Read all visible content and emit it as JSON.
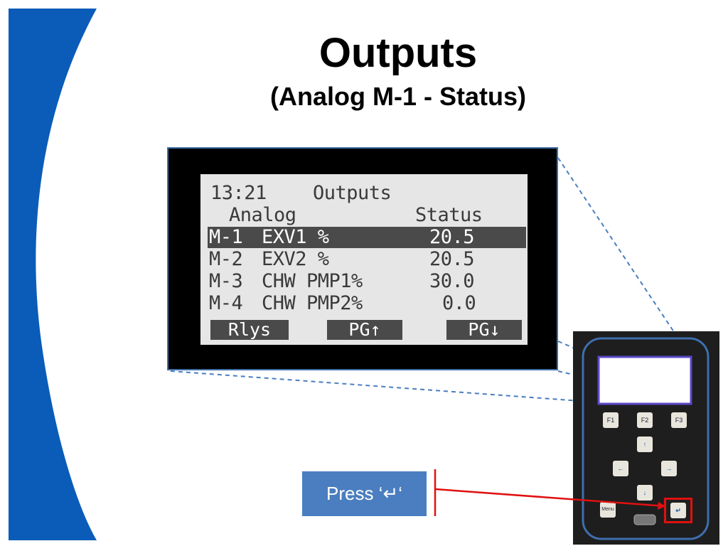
{
  "slide": {
    "title": "Outputs",
    "subtitle": "(Analog M-1 - Status)"
  },
  "lcd": {
    "time": "13:21",
    "screen": "Outputs",
    "col_left": "Analog",
    "col_right": "Status",
    "rows": [
      {
        "id": "M-1",
        "name": "EXV1 %",
        "value": "20.5"
      },
      {
        "id": "M-2",
        "name": "EXV2 %",
        "value": "20.5"
      },
      {
        "id": "M-3",
        "name": "CHW PMP1%",
        "value": "30.0"
      },
      {
        "id": "M-4",
        "name": "CHW PMP2%",
        "value": "0.0"
      }
    ],
    "softkeys": [
      "Rlys",
      "PG↑",
      "PG↓"
    ]
  },
  "press_label": "Press ‘↵‘",
  "keypad": {
    "f1": "F1",
    "f2": "F2",
    "f3": "F3",
    "menu": "Menu"
  },
  "colors": {
    "accent_blue": "#0a5cb8",
    "frame_border": "#3f6fa8",
    "callout_red": "#e01010",
    "button_blue": "#4a7ec0"
  },
  "icons": [
    "arrow-up-icon",
    "arrow-left-icon",
    "arrow-right-icon",
    "arrow-down-icon",
    "enter-icon",
    "serial-port-icon"
  ]
}
